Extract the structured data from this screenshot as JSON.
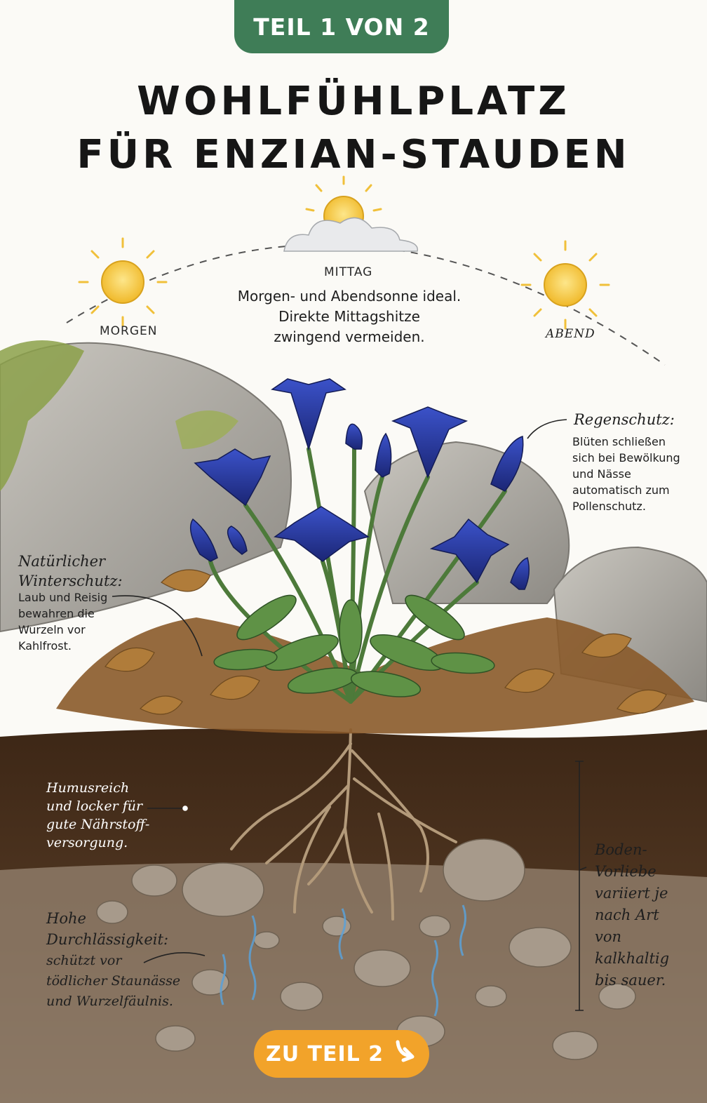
{
  "badge": {
    "label": "TEIL 1 VON 2"
  },
  "title": {
    "line1": "WOHLFÜHLPLATZ",
    "line2": "FÜR ENZIAN-STAUDEN"
  },
  "sun": {
    "morning": "MORGEN",
    "noon": "MITTAG",
    "evening": "ABEND",
    "note_line1": "Morgen- und Abendsonne ideal.",
    "note_line2": "Direkte Mittagshitze",
    "note_line3": "zwingend vermeiden."
  },
  "annotations": {
    "rain": {
      "title": "Regenschutz:",
      "line1": "Blüten schließen",
      "line2": "sich bei Bewölkung",
      "line3": "und Nässe",
      "line4": "automatisch zum",
      "line5": "Pollenschutz."
    },
    "winter": {
      "title1": "Natürlicher",
      "title2": "Winterschutz:",
      "line1": "Laub und Reisig",
      "line2": "bewahren die",
      "line3": "Wurzeln vor",
      "line4": "Kahlfrost."
    },
    "humus": {
      "line1": "Humusreich",
      "line2": "und locker für",
      "line3": "gute Nährstoff-",
      "line4": "versorgung."
    },
    "drainage": {
      "title1": "Hohe",
      "title2": "Durchlässigkeit:",
      "line1": "schützt vor",
      "line2": "tödlicher Staunässe",
      "line3": "und Wurzelfäulnis."
    },
    "soil": {
      "line1": "Boden-",
      "line2": "Vorliebe",
      "line3": "variiert je",
      "line4": "nach Art",
      "line5": "von kalkhaltig",
      "line6": "bis sauer."
    }
  },
  "cta": {
    "label": "ZU TEIL 2",
    "icon": "arrow-down-right-icon"
  },
  "colors": {
    "badge": "#3f7d57",
    "cta": "#f2a32a",
    "gentian": "#2b3ea8",
    "sun": "#f3c73b",
    "soil": "#4a3220"
  }
}
